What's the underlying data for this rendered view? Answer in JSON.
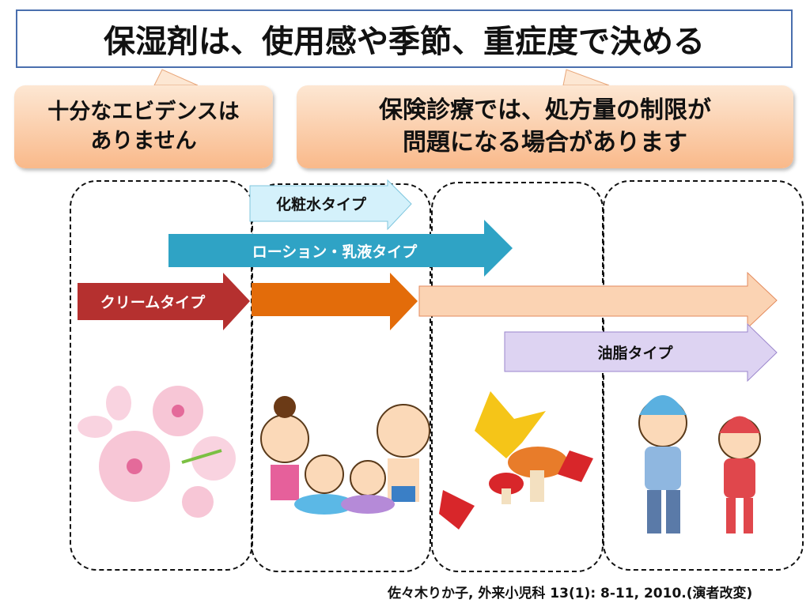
{
  "title": "保湿剤は、使用感や季節、重症度で決める",
  "callouts": [
    {
      "line1": "十分なエビデンスは",
      "line2": "ありません"
    },
    {
      "line1": "保険診療では、処方量の制限が",
      "line2": "問題になる場合があります"
    }
  ],
  "arrows": {
    "toner": "化粧水タイプ",
    "lotion": "ローション・乳液タイプ",
    "cream": "クリームタイプ",
    "oil": "油脂タイプ"
  },
  "colors": {
    "toner": "#d4f1fb",
    "lotion": "#2fa3c5",
    "cream": "#b5302f",
    "orange": "#e36c0a",
    "peach": "#fbd3b3",
    "oil": "#ddd3f2",
    "title_border": "#4a6fae"
  },
  "citation": "佐々木りか子, 外来小児科 13(1): 8-11, 2010.(演者改変)"
}
